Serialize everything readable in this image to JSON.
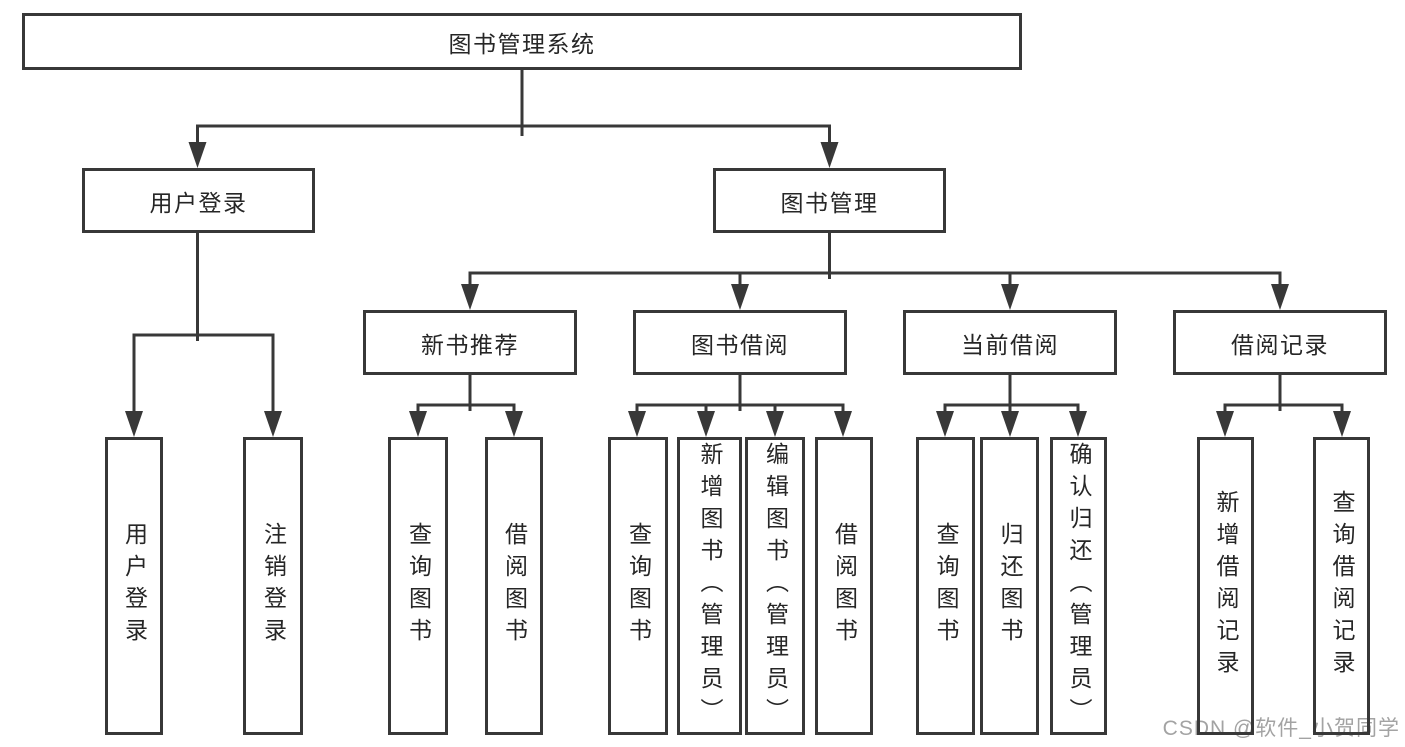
{
  "diagram": {
    "title_note": "functional structure chart",
    "root": {
      "label": "图书管理系统"
    },
    "level2": [
      {
        "id": "user-login",
        "label": "用户登录"
      },
      {
        "id": "book-management",
        "label": "图书管理"
      }
    ],
    "level3": [
      {
        "id": "new-book-recommend",
        "label": "新书推荐",
        "parent": "book-management"
      },
      {
        "id": "book-borrowing",
        "label": "图书借阅",
        "parent": "book-management"
      },
      {
        "id": "current-borrowing",
        "label": "当前借阅",
        "parent": "book-management"
      },
      {
        "id": "borrowing-records",
        "label": "借阅记录",
        "parent": "book-management"
      }
    ],
    "level4": [
      {
        "id": "user-login-leaf",
        "label": "用户登录",
        "parent": "user-login"
      },
      {
        "id": "logout",
        "label": "注销登录",
        "parent": "user-login"
      },
      {
        "id": "query-books-1",
        "label": "查询图书",
        "parent": "new-book-recommend"
      },
      {
        "id": "borrow-books-1",
        "label": "借阅图书",
        "parent": "new-book-recommend"
      },
      {
        "id": "query-books-2",
        "label": "查询图书",
        "parent": "book-borrowing"
      },
      {
        "id": "add-books-admin",
        "label": "新增图书（管理员）",
        "parent": "book-borrowing"
      },
      {
        "id": "edit-books-admin",
        "label": "编辑图书（管理员）",
        "parent": "book-borrowing"
      },
      {
        "id": "borrow-books-2",
        "label": "借阅图书",
        "parent": "book-borrowing"
      },
      {
        "id": "query-books-3",
        "label": "查询图书",
        "parent": "current-borrowing"
      },
      {
        "id": "return-books",
        "label": "归还图书",
        "parent": "current-borrowing"
      },
      {
        "id": "confirm-return-admin",
        "label": "确认归还（管理员）",
        "parent": "current-borrowing"
      },
      {
        "id": "add-borrow-record",
        "label": "新增借阅记录",
        "parent": "borrowing-records"
      },
      {
        "id": "query-borrow-record",
        "label": "查询借阅记录",
        "parent": "borrowing-records"
      }
    ]
  },
  "watermark": {
    "text": "CSDN @软件_小贺同学"
  },
  "colors": {
    "line": "#383838",
    "box_border": "#383838",
    "text": "#262626",
    "watermark": "#a3a3a3",
    "background": "#ffffff"
  }
}
